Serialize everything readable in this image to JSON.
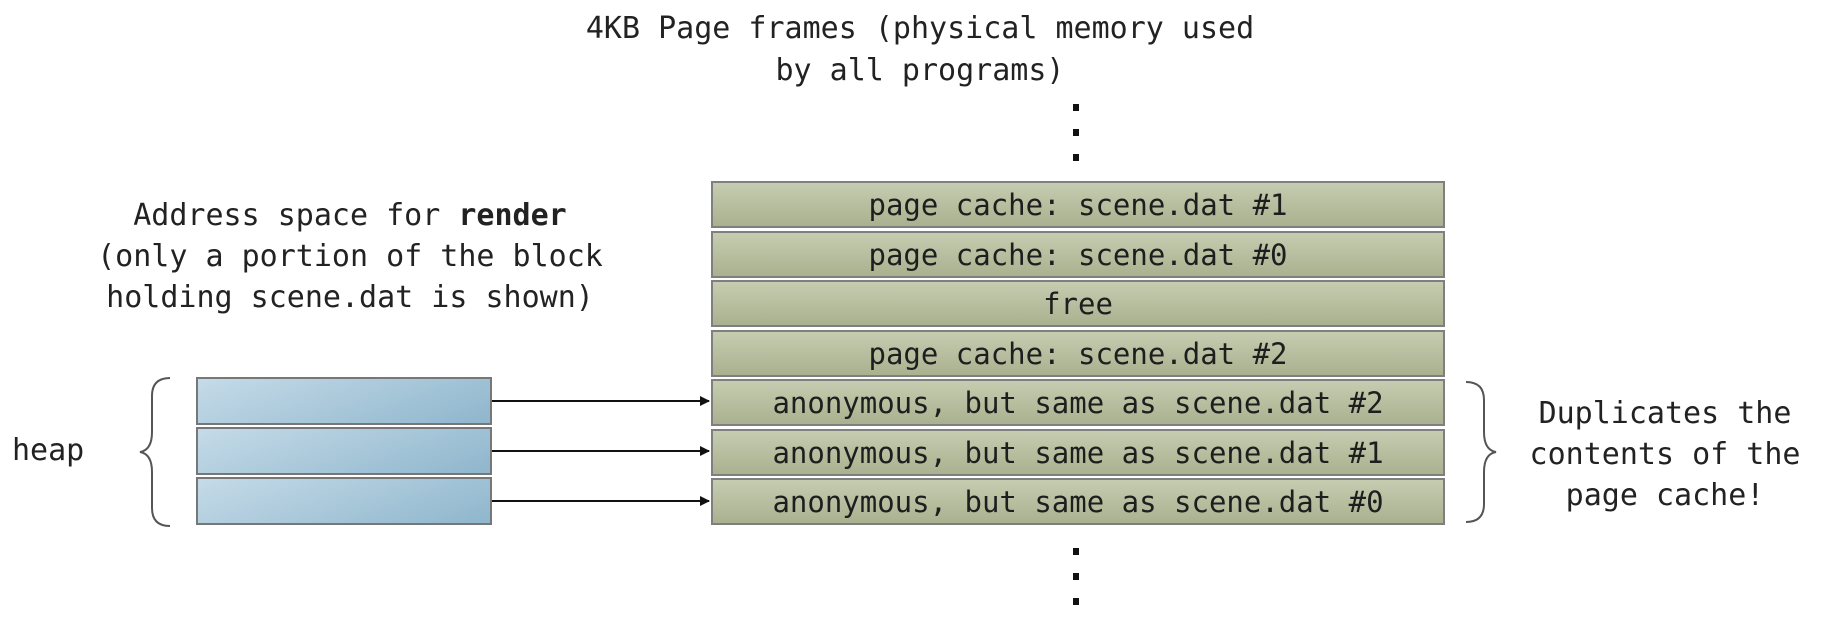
{
  "title": {
    "line1": "4KB Page frames (physical memory used",
    "line2": "by all programs)"
  },
  "address_space": {
    "prefix": "Address space for ",
    "program": "render",
    "line2": "(only a portion of the block",
    "line3": "holding scene.dat is shown)"
  },
  "frames": [
    "page cache: scene.dat #1",
    "page cache: scene.dat #0",
    "free",
    "page cache: scene.dat #2",
    "anonymous, but same as scene.dat #2",
    "anonymous, but same as scene.dat #1",
    "anonymous, but same as scene.dat #0"
  ],
  "heap": {
    "label": "heap",
    "cell_count": 3
  },
  "duplicates_note": {
    "line1": "Duplicates the",
    "line2": "contents of the",
    "line3": "page cache!"
  },
  "colors": {
    "frame_fill": "#b8be9e",
    "heap_fill": "#a9c9dc",
    "border": "#7f7f7f"
  }
}
